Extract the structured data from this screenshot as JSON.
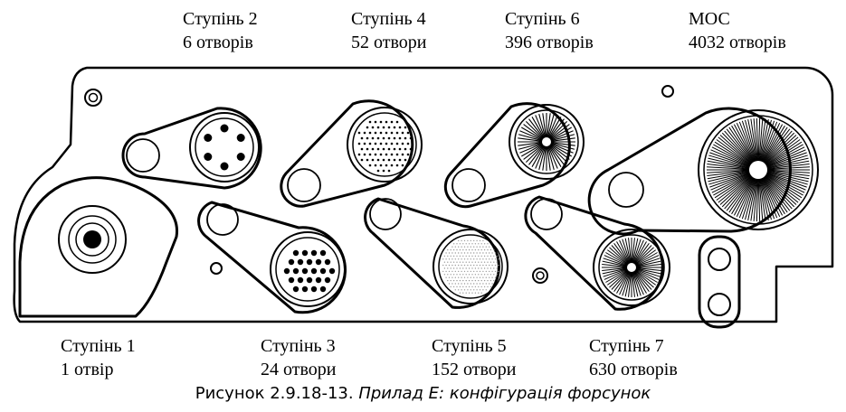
{
  "colors": {
    "ink": "#000000",
    "background": "#ffffff",
    "fine_dots": "#9a9a9a"
  },
  "icons": {
    "mounting_hole": "small-circle",
    "nozzle_disc": "concentric-circles",
    "bore_hole": "circle"
  },
  "stages": [
    {
      "name": "Ступінь 2",
      "holes": "6 отворів"
    },
    {
      "name": "Ступінь 4",
      "holes": "52 отвори"
    },
    {
      "name": "Ступінь 6",
      "holes": "396 отворів"
    },
    {
      "name": "МОС",
      "holes": "4032 отворів"
    },
    {
      "name": "Ступінь 1",
      "holes": "1 отвір"
    },
    {
      "name": "Ступінь 3",
      "holes": "24 отвори"
    },
    {
      "name": "Ступінь 5",
      "holes": "152 отвори"
    },
    {
      "name": "Ступінь 7",
      "holes": "630 отворів"
    }
  ],
  "caption": {
    "number": "Рисунок 2.9.18-13.",
    "title": "Прилад Е: конфігурація форсунок"
  }
}
